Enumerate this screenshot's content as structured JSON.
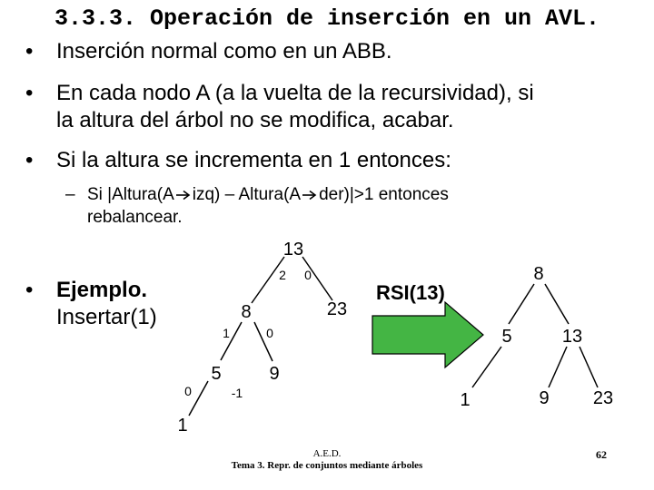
{
  "slide": {
    "title": "3.3.3. Operación de inserción en un AVL.",
    "bullets": [
      {
        "mark": "•",
        "lines": [
          "Inserción normal como en un ABB."
        ]
      },
      {
        "mark": "•",
        "lines": [
          "En cada nodo A (a la vuelta de la recursividad), si",
          "la altura del árbol no se modifica, acabar."
        ]
      },
      {
        "mark": "•",
        "lines": [
          "Si la altura se incrementa en 1 entonces:"
        ]
      }
    ],
    "sub_bullet": {
      "mark": "–",
      "part1": "Si |Altura(A",
      "part2": "izq) – Altura(A",
      "part3": "der)|>1 entonces",
      "line2": "rebalancear."
    },
    "example": {
      "mark": "•",
      "label": "Ejemplo.",
      "text": "Insertar(1)"
    },
    "rotation_label": "RSI(13)",
    "footer": {
      "line1": "A.E.D.",
      "line2": "Tema 3. Repr. de conjuntos mediante árboles"
    },
    "page_number": "62"
  },
  "tree_before": {
    "nodes": [
      "13",
      "8",
      "23",
      "5",
      "9",
      "1"
    ],
    "balance_factors": [
      "2",
      "0",
      "1",
      "0",
      "0",
      "-1"
    ]
  },
  "tree_after": {
    "nodes": [
      "8",
      "5",
      "13",
      "1",
      "9",
      "23"
    ]
  },
  "colors": {
    "arrow_fill": "#44b544",
    "arrow_stroke": "#000000"
  }
}
